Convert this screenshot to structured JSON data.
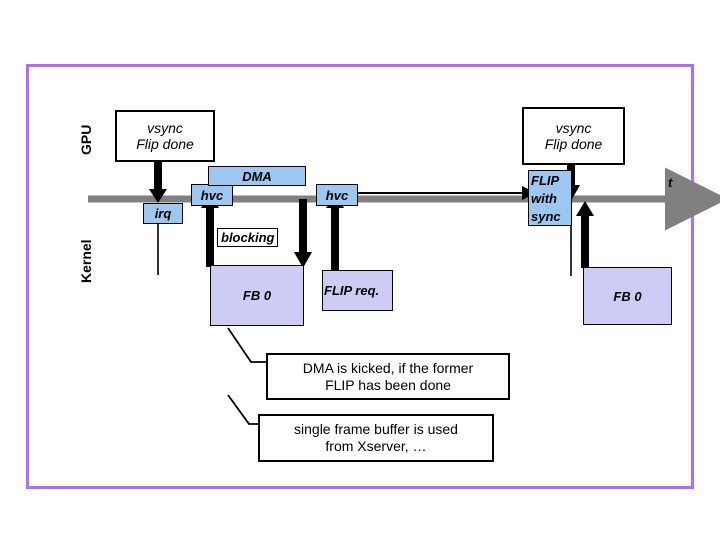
{
  "diagram": {
    "title_labels": {
      "gpu": "GPU",
      "kernel": "Kernel",
      "time_axis": "t"
    },
    "gpu_events": [
      {
        "id": "vsync-left",
        "line1": "vsync",
        "line2": "Flip done"
      },
      {
        "id": "vsync-right",
        "line1": "vsync",
        "line2": "Flip done"
      }
    ],
    "blue_boxes": [
      {
        "id": "irq",
        "label": "irq"
      },
      {
        "id": "hvc-1",
        "label": "hvc"
      },
      {
        "id": "dma",
        "label": "DMA"
      },
      {
        "id": "hvc-2",
        "label": "hvc"
      },
      {
        "id": "flip-with-sync",
        "label": "FLIP with sync",
        "l1": "FLIP",
        "l2": "with",
        "l3": "sync"
      }
    ],
    "lavender_boxes": [
      {
        "id": "fb0-left",
        "label": "FB 0"
      },
      {
        "id": "flip-req",
        "label": "FLIP req."
      },
      {
        "id": "fb0-right",
        "label": "FB 0"
      }
    ],
    "inline_labels": [
      {
        "id": "blocking",
        "label": "blocking"
      }
    ],
    "callouts": [
      {
        "id": "dma-kick-note",
        "line1": "DMA is kicked, if the former",
        "line2": "FLIP has been done"
      },
      {
        "id": "single-fb-note",
        "line1": "single frame buffer is used",
        "line2": "from Xserver, …"
      }
    ],
    "colors": {
      "frame_border": "#b06ef5",
      "timeline": "#808080",
      "blue_box": "#9dc6f0",
      "lavender_box": "#ccccf5",
      "stroke": "#000000",
      "background": "#ffffff"
    }
  }
}
